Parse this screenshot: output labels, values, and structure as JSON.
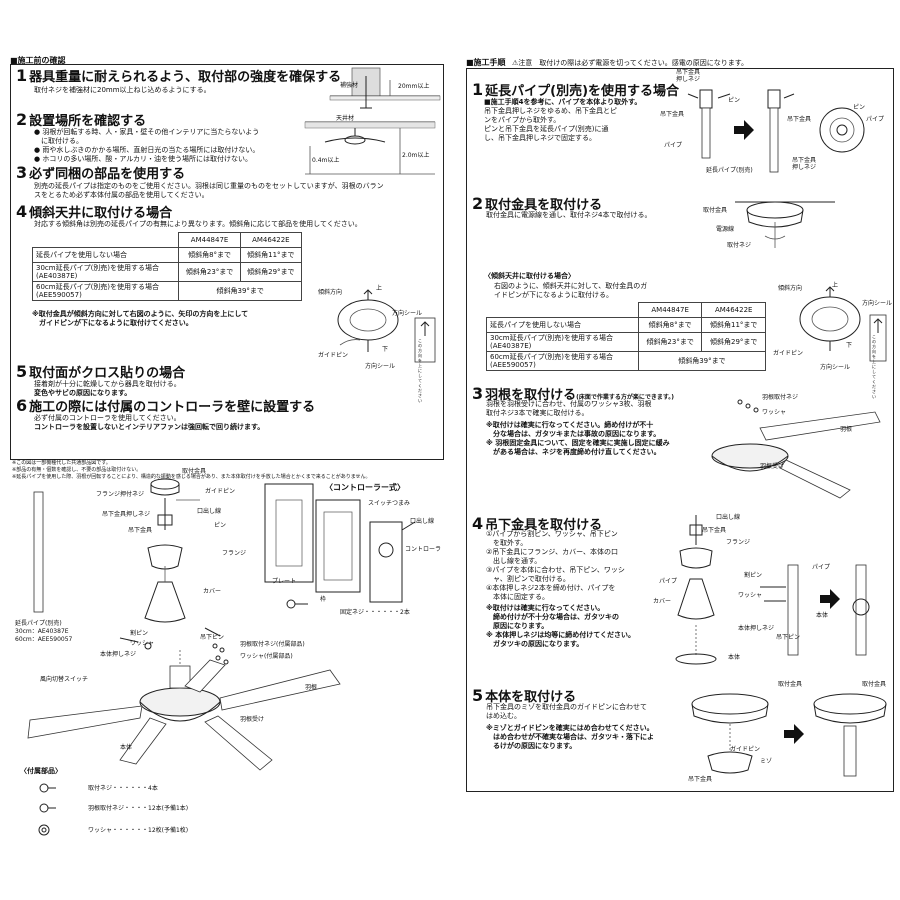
{
  "left": {
    "header": "■施工前の確認",
    "steps": [
      {
        "num": "1",
        "title": "器具重量に耐えられるよう、取付部の強度を確保する",
        "body": "取付ネジを補強材に20mm以上ねじ込めるようにする。"
      },
      {
        "num": "2",
        "title": "設置場所を確認する",
        "body": "● 羽根が回転する時、人・家具・壁その他インテリアに当たらないよう\n　に取付ける。\n● 雨や水しぶきのかかる場所、直射日光の当たる場所には取付けない。\n● ホコリの多い場所、酸・アルカリ・油を使う場所には取付けない。"
      },
      {
        "num": "3",
        "title": "必ず同梱の部品を使用する",
        "body": "別売の延長パイプは指定のものをご使用ください。羽根は同じ重量のものをセットしていますが、羽根のバラン\nスをとるため必ず本体付属の部品を使用してください。"
      },
      {
        "num": "4",
        "title": "傾斜天井に取付ける場合",
        "body": "対応する傾斜角は別売の延長パイプの有無により異なります。傾斜角に応じて部品を使用してください。"
      }
    ],
    "step1_labels": {
      "reinforce": "補強材",
      "ceiling": "天井材",
      "dim20": "20mm以上",
      "dim04": "0.4m以上",
      "dim20m": "2.0m以上"
    },
    "table": {
      "cols": [
        "AM44847E",
        "AM46422E"
      ],
      "rows": [
        {
          "label": "延長パイプを使用しない場合",
          "a": "傾斜角8°まで",
          "b": "傾斜角11°まで"
        },
        {
          "label": "30cm延長パイプ(別売)を使用する場合\n(AE40387E)",
          "a": "傾斜角23°まで",
          "b": "傾斜角29°まで"
        },
        {
          "label": "60cm延長パイプ(別売)を使用する場合\n(AEE590057)",
          "ab": "傾斜角39°まで"
        }
      ]
    },
    "step4_note": "※取付金具が傾斜方向に対して右図のように、矢印の方向を上にして\n　ガイドピンが下になるように取付けてください。",
    "step4_labels": {
      "slope": "傾斜方向",
      "up": "上",
      "seal": "方向シール",
      "guide": "ガイドピン",
      "down": "下",
      "seal2": "方向シール",
      "vertical": "この方向を上にしてください"
    },
    "step5": {
      "num": "5",
      "title": "取付面がクロス貼りの場合",
      "body": "接着剤が十分に乾燥してから器具を取付ける。",
      "bold": "変色やサビの原因になります。"
    },
    "step6": {
      "num": "6",
      "title": "施工の際には付属のコントローラを壁に設置する",
      "body": "必ず付属のコントローラを使用してください。",
      "bold": "コントローラを設置しないとインテリアファンは強回転で回り続けます。"
    },
    "footnotes": "※この図は一部機種代した共通部品図です。\n※部品の有無・個数を確認し、不要の部品は取付けない。\n※延長パイプを使用した際、羽根が回転することにより、構造的な振動を感じる場合があり、また本体取付けを手放した場合とかくまで来ることがありません。",
    "parts_title": "〈コントローラー式〉",
    "parts_labels": {
      "mount": "取付金具",
      "flange_screw": "フランジ押付ネジ",
      "guide": "ガイドピン",
      "hang_screw": "吊下金具押しネジ",
      "split": "口出し線",
      "hanger": "吊下金具",
      "pin": "ピン",
      "flange": "フランジ",
      "cover": "カバー",
      "ext_pipe": "延長パイプ(別売)",
      "ext_30": "30cm：AE40387E",
      "ext_60": "60cm：AEE590057",
      "split_pin": "割ピン",
      "washer": "ワッシャ",
      "body_screw": "本体押しネジ",
      "hang_pin": "吊下ピン",
      "blade_screw": "羽根取付ネジ(付属部品)",
      "washer2": "ワッシャ(付属部品)",
      "switch": "風向切替スイッチ",
      "blade": "羽根",
      "blade_holder": "羽根受け",
      "body": "本体",
      "plate": "プレート",
      "frame": "枠",
      "knob": "スイッチつまみ",
      "lead": "口出し線",
      "controller": "コントローラ",
      "fix_screw": "固定ネジ・・・・・・2本"
    },
    "accessories": {
      "title": "〈付属部品〉",
      "items": [
        "取付ネジ・・・・・・4本",
        "羽根取付ネジ・・・・12本(予備1本)",
        "ワッシャ・・・・・・12枚(予備1枚)"
      ]
    }
  },
  "right": {
    "header": "■施工手順",
    "caution": "⚠注意　取付けの際は必ず電源を切ってください。感電の原因になります。",
    "step1": {
      "num": "1",
      "title": "延長パイプ(別売)を使用する場合",
      "bold": "■施工手順4を参考に、パイプを本体より取外す。",
      "body": "吊下金具押しネジをゆるめ、吊下金具とピ\nンをパイプから取外す。\nピンと吊下金具を延長パイプ(別売)に通\nし、吊下金具押しネジで固定する。",
      "labels": {
        "hang_screw": "吊下金具\n押しネジ",
        "pin": "ピン",
        "hanger": "吊下金具",
        "pipe": "パイプ",
        "ext": "延長パイプ(別売)",
        "pin2": "ピン",
        "pipe2": "パイプ",
        "hanger2": "吊下金具",
        "hang_screw2": "吊下金具\n押しネジ"
      }
    },
    "step2": {
      "num": "2",
      "title": "取付金具を取付ける",
      "body": "取付金具に電源線を通し、取付ネジ4本で取付ける。",
      "labels": {
        "mount": "取付金具",
        "power": "電源線",
        "screw": "取付ネジ"
      },
      "slope_head": "〈傾斜天井に取付ける場合〉",
      "slope_body": "右図のように、傾斜天井に対して、取付金具のガ\nイドピンが下になるように取付ける。",
      "slope_labels": {
        "slope": "傾斜方向",
        "up": "上",
        "seal": "方向シール",
        "guide": "ガイドピン",
        "down": "下",
        "seal2": "方向シール",
        "vertical": "この方向を上にしてください"
      }
    },
    "table": {
      "cols": [
        "AM44847E",
        "AM46422E"
      ],
      "rows": [
        {
          "label": "延長パイプを使用しない場合",
          "a": "傾斜角8°まで",
          "b": "傾斜角11°まで"
        },
        {
          "label": "30cm延長パイプ(別売)を使用する場合\n(AE40387E)",
          "a": "傾斜角23°まで",
          "b": "傾斜角29°まで"
        },
        {
          "label": "60cm延長パイプ(別売)を使用する場合\n(AEE590057)",
          "ab": "傾斜角39°まで"
        }
      ]
    },
    "step3": {
      "num": "3",
      "title": "羽根を取付ける",
      "title_small": "(床面で作業する方が楽にできます。)",
      "body": "羽根を羽根受けに合わせ、付属のワッシャ3枚、羽根\n取付ネジ3本で確実に取付ける。",
      "notes": "※取付けは確実に行なってください。締め付けが不十\n　分な場合は、ガタツキまたは事故の原因になります。\n※ 羽根固定金具について、固定を確実に実施し固定に緩み\n　がある場合は、ネジを再度締め付け直してください。",
      "labels": {
        "screw": "羽根取付ネジ",
        "washer": "ワッシャ",
        "blade": "羽根",
        "holder": "羽根受け"
      }
    },
    "step4": {
      "num": "4",
      "title": "吊下金具を取付ける",
      "body": "①パイプから割ピン、ワッシャ、吊下ピン\n　を取外す。\n②吊下金具にフランジ、カバー、本体の口\n　出し線を通す。\n③パイプを本体に合わせ、吊下ピン、ワッシ\n　ャ、割ピンで取付ける。\n④本体押しネジ2本を締め付け、パイプを\n　本体に固定する。",
      "notes": "※取付けは確実に行なってください。\n　締め付けが不十分な場合は、ガタツキの\n　原因になります。\n※ 本体押しネジは均等に締め付けてください。\n　ガタツキの原因になります。",
      "labels": {
        "lead": "口出し線",
        "hanger": "吊下金具",
        "flange": "フランジ",
        "pipe": "パイプ",
        "cover": "カバー",
        "split": "割ピン",
        "washer": "ワッシャ",
        "pipe2": "パイプ",
        "body_screw": "本体押しネジ",
        "hang_pin": "吊下ピン",
        "body": "本体",
        "body2": "本体"
      }
    },
    "step5": {
      "num": "5",
      "title": "本体を取付ける",
      "body": "吊下金具のミゾを取付金具のガイドピンに合わせて\nはめ込む。",
      "notes": "※ミゾとガイドピンを確実にはめ合わせてください。\n　はめ合わせが不確実な場合は、ガタツキ・落下によ\n　るけがの原因になります。",
      "labels": {
        "mount": "取付金具",
        "mount2": "取付金具",
        "guide": "ガイドピン",
        "groove": "ミゾ",
        "hanger": "吊下金具"
      }
    }
  }
}
